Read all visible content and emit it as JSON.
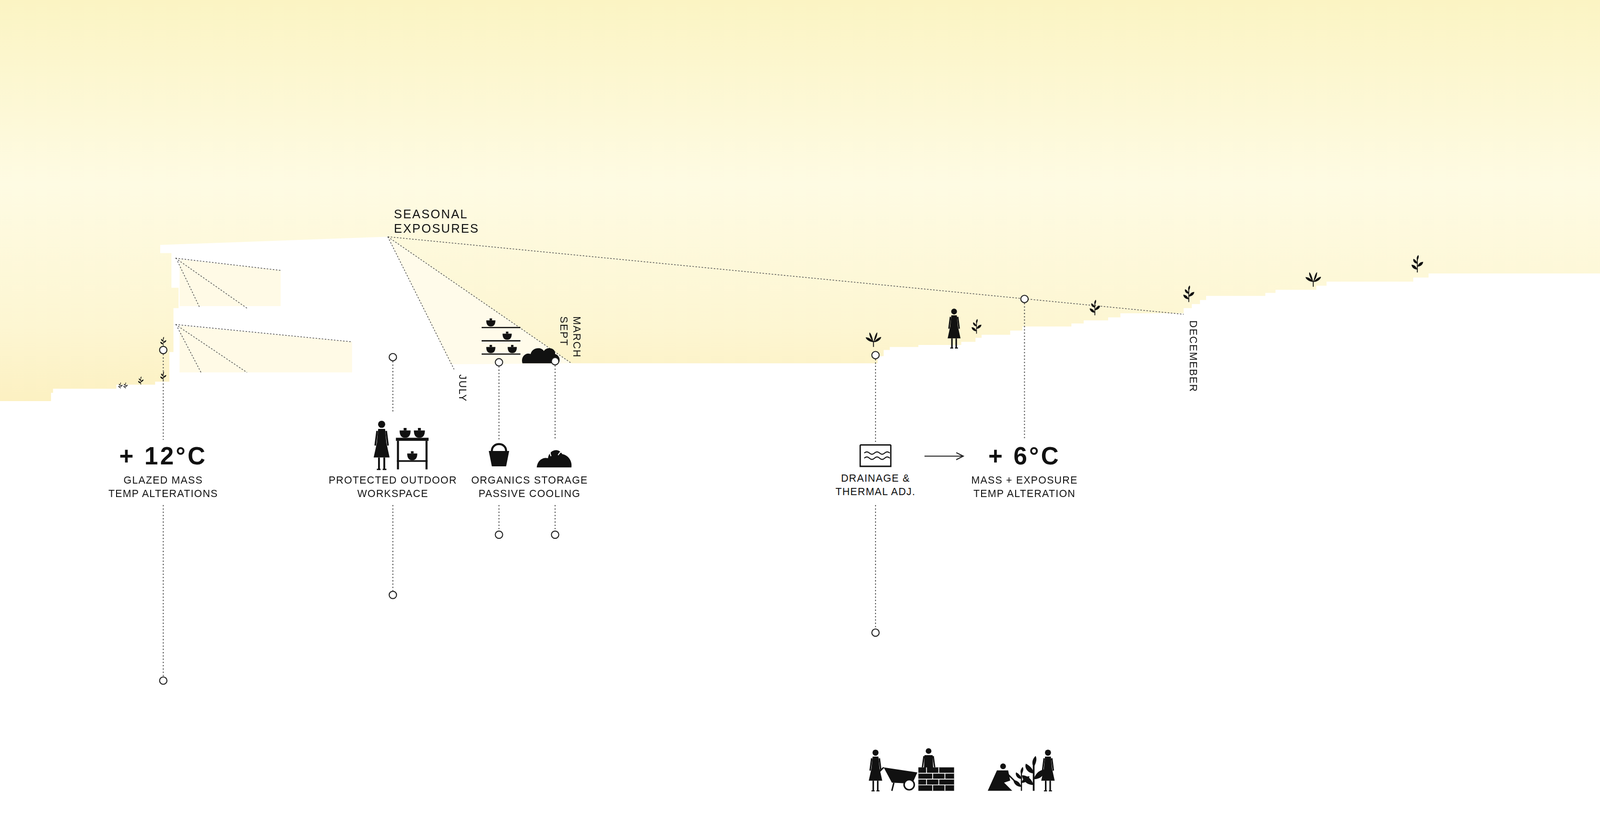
{
  "diagram": {
    "nodes": [
      {
        "text": [
          "+ 12°C",
          "GLAZED MASS TEMP ALTERATIONS"
        ]
      },
      {
        "text": [
          "PROTECTED OUTDOOR WORKSPACE"
        ]
      },
      {
        "text": [
          "ORGANICS STORAGE PASSIVE COOLING"
        ]
      },
      {
        "text": [
          "DRAINAGE & THERMAL ADJ."
        ]
      },
      {
        "text": [
          "+ 6°C",
          "MASS + EXPOSURE TEMP ALTERATION"
        ]
      }
    ],
    "edges": [
      {
        "from": 3,
        "to": 4,
        "arrow": "to"
      }
    ],
    "labels": [
      "SEASONAL EXPOSURES",
      "JULY",
      "MARCH SEPT",
      "DECEMEBER"
    ]
  }
}
